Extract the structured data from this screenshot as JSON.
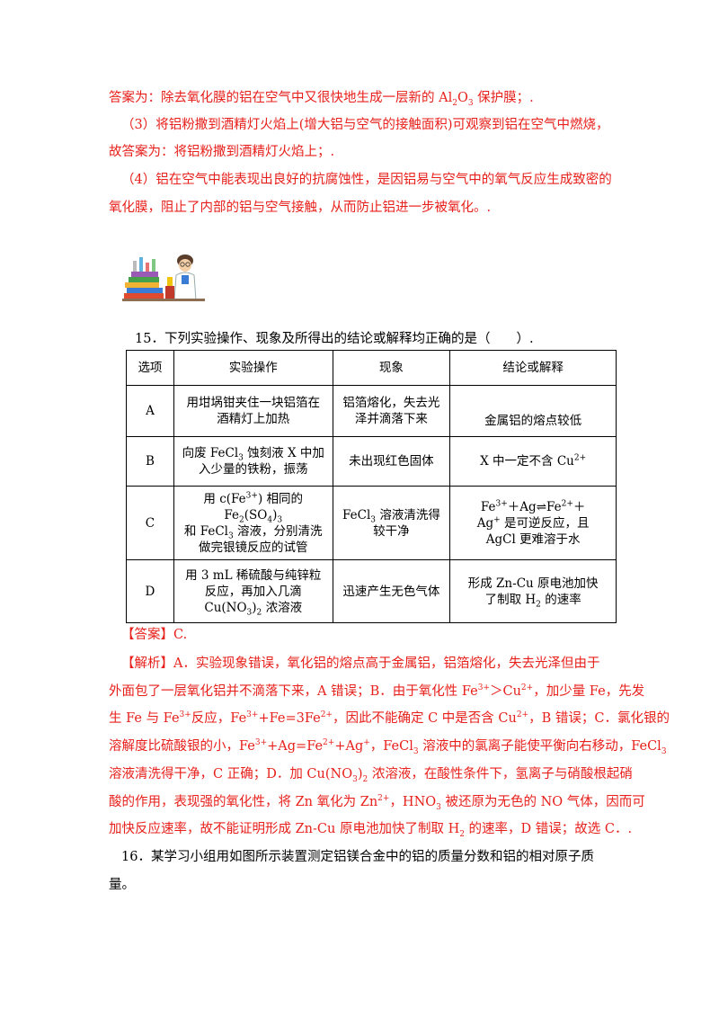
{
  "lines": {
    "l1_pre": "答案为：除去氧化膜的铝在空气中又很快地生成一层新的 Al",
    "l1_sub1": "2",
    "l1_mid": "O",
    "l1_sub2": "3",
    "l1_post": " 保护膜；.",
    "l2": "（3）将铝粉撒到酒精灯火焰上(增大铝与空气的接触面积)可观察到铝在空气中燃烧，",
    "l3": "故答案为：将铝粉撒到酒精灯火焰上；.",
    "l4": "（4）铝在空气中能表现出良好的抗腐蚀性，是因铝易与空气中的氧气反应生成致密的",
    "l5": "氧化膜，阻止了内部的铝与空气接触，从而防止铝进一步被氧化。."
  },
  "q15": {
    "question": "15．下列实验操作、现象及所得出的结论或解释均正确的是（　　）.",
    "headers": [
      "选项",
      "实验操作",
      "现象",
      "结论或解释"
    ],
    "rowA": {
      "opt": "A",
      "op1": "用坩埚钳夹住一块铝箔在",
      "op2": "酒精灯上加热",
      "ph1": "铝箔熔化，失去光",
      "ph2": "泽并滴落下来",
      "con": "金属铝的熔点较低"
    },
    "rowB": {
      "opt": "B",
      "op1a": "向废 FeCl",
      "op1sub": "3",
      "op1b": " 蚀刻液 X 中加",
      "op2": "入少量的铁粉，振荡",
      "ph": "未出现红色固体",
      "con_a": "X 中一定不含 Cu",
      "con_sup": "2+"
    },
    "rowC": {
      "opt": "C",
      "op1a": "用 c(Fe",
      "op1sup": "3+",
      "op1b": ") 相同的 Fe",
      "op1sub1": "2",
      "op1c": "(SO",
      "op1sub2": "4",
      "op1d": ")",
      "op1sub3": "3",
      "op2a": "和 FeCl",
      "op2sub": "3",
      "op2b": " 溶液，分别清洗",
      "op3": "做完银镜反应的试管",
      "ph1a": "FeCl",
      "ph1sub": "3",
      "ph1b": " 溶液清洗得",
      "ph2": "较干净",
      "con1a": "Fe",
      "con1sup1": "3+",
      "con1b": "＋Ag",
      "con1arrow": "⇌",
      "con1c": "Fe",
      "con1sup2": "2+",
      "con1d": "＋",
      "con2a": "Ag",
      "con2sup": "+",
      "con2b": " 是可逆反应，且",
      "con3": "AgCl 更难溶于水"
    },
    "rowD": {
      "opt": "D",
      "op1": "用 3 mL 稀硫酸与纯锌粒",
      "op2": "反应，再加入几滴",
      "op3a": "Cu(NO",
      "op3sub": "3",
      "op3b": ")",
      "op3sub2": "2",
      "op3c": " 浓溶液",
      "ph": "迅速产生无色气体",
      "con1": "形成 Zn-Cu 原电池加快",
      "con2a": "了制取 H",
      "con2sub": "2",
      "con2b": " 的速率"
    },
    "answer": "【答案】C.",
    "analysis": {
      "a1": "【解析】A．实验现象错误，氧化铝的熔点高于金属铝，铝箔熔化，失去光泽但由于",
      "a2a": "外面包了一层氧化铝并不滴落下来，A 错误；B．由于氧化性 Fe",
      "a2sup1": "3+",
      "a2b": "＞Cu",
      "a2sup2": "2+",
      "a2c": "，加少量 Fe，先发",
      "a3a": "生 Fe 与 Fe",
      "a3sup1": "3+",
      "a3b": "反应，Fe",
      "a3sup2": "3+",
      "a3c": "+Fe=3Fe",
      "a3sup3": "2+",
      "a3d": "，因此不能确定 C 中是否含 Cu",
      "a3sup4": "2+",
      "a3e": "，B 错误；C．氯化银的",
      "a4a": "溶解度比硫酸银的小，Fe",
      "a4sup1": "3+",
      "a4b": "+Ag=Fe",
      "a4sup2": "2+",
      "a4c": "+Ag",
      "a4sup3": "+",
      "a4d": "，FeCl",
      "a4sub": "3",
      "a4e": " 溶液中的氯离子能使平衡向右移动，FeCl",
      "a4sub2": "3",
      "a5": "溶液清洗得干净，C 正确；D．加 Cu(NO",
      "a5sub1": "3",
      "a5b": ")",
      "a5sub2": "2",
      "a5c": " 浓溶液，在酸性条件下，氢离子与硝酸根起硝",
      "a6a": "酸的作用，表现强的氧化性，将 Zn 氧化为 Zn",
      "a6sup": "2+",
      "a6b": "，HNO",
      "a6sub": "3",
      "a6c": " 被还原为无色的 NO 气体，因而可",
      "a7a": "加快反应速率，故不能证明形成 Zn-Cu 原电池加快了制取 H",
      "a7sub": "2",
      "a7b": " 的速率，D 错误；故选 C．."
    }
  },
  "q16": {
    "l1": "16．某学习小组用如图所示装置测定铝镁合金中的铝的质量分数和铝的相对原子质",
    "l2": "量。"
  },
  "colors": {
    "answer_red": "#e8201b",
    "text": "#000000"
  },
  "icons": {
    "illustration": "scientist-with-books-icon"
  }
}
